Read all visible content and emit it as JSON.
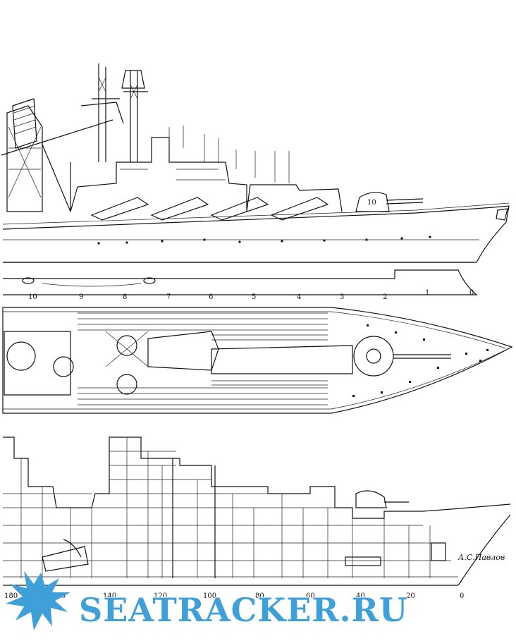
{
  "profile_frame_numbers": [
    "10",
    "9",
    "8",
    "7",
    "6",
    "5",
    "4",
    "3",
    "2",
    "1",
    "0"
  ],
  "section_frame_numbers": [
    "180",
    "160",
    "140",
    "120",
    "100",
    "80",
    "60",
    "40",
    "20",
    "0"
  ],
  "turret_marking": "10",
  "signature": "А.С.Павлов",
  "watermark": "SEATRACKER.RU",
  "colors": {
    "ink": "#111111",
    "watermark": "#3fa0d9",
    "background": "#ffffff"
  }
}
